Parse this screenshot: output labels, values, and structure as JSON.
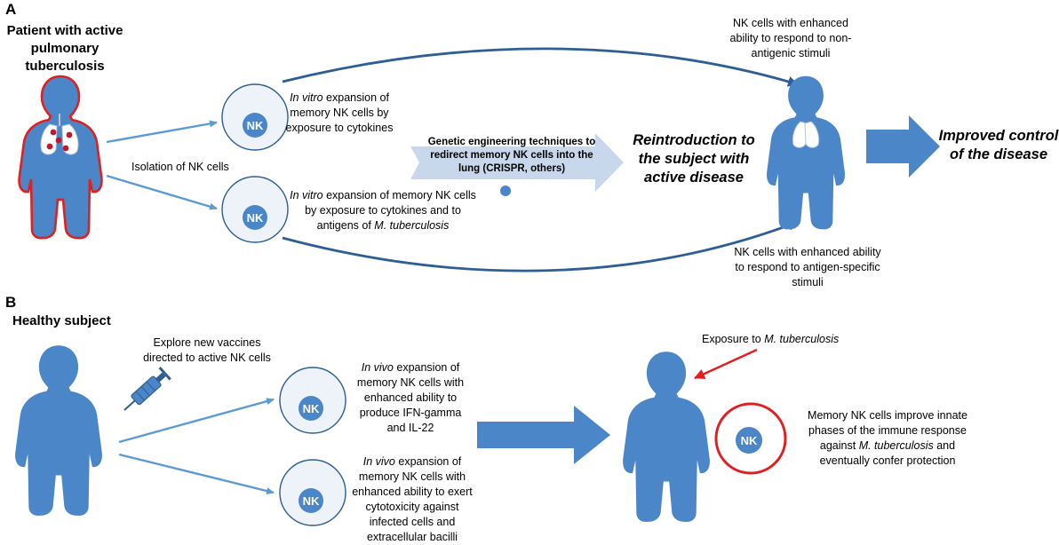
{
  "panel_a": {
    "letter": "A",
    "patient_title": "Patient with active pulmonary tuberculosis",
    "isolation_label": "Isolation of NK cells",
    "cell1": {
      "label": "NK",
      "text_italic": "In vitro",
      "text": " expansion of memory NK cells by exposure to cytokines"
    },
    "cell2": {
      "label": "NK",
      "text_italic": "In vitro",
      "text": " expansion of memory NK cells by exposure to cytokines and to antigens of ",
      "text_italic2": "M. tuberculosis"
    },
    "genetic_text": "Genetic engineering techniques to redirect memory NK cells into the lung (CRISPR, others)",
    "reintro_text": "Reintroduction to the subject with active disease",
    "top_label": "NK cells with enhanced ability to respond to non-antigenic stimuli",
    "bottom_label": "NK cells with enhanced ability to respond to antigen-specific stimuli",
    "outcome_text": "Improved control of the disease"
  },
  "panel_b": {
    "letter": "B",
    "subject_title": "Healthy subject",
    "vaccine_text": "Explore new vaccines directed to active NK cells",
    "cell3": {
      "label": "NK",
      "text_italic": "In vivo",
      "text": " expansion of memory NK cells with enhanced ability to produce IFN-gamma and IL-22"
    },
    "cell4": {
      "label": "NK",
      "text_italic": "In vivo",
      "text": " expansion of memory NK cells with enhanced ability to exert cytotoxicity against infected cells and extracellular bacilli"
    },
    "exposure_prefix": "Exposure to ",
    "exposure_italic": "M. tuberculosis",
    "cell5": {
      "label": "NK"
    },
    "protection_text_1": "Memory NK cells improve innate phases of the immune response against ",
    "protection_italic": "M. tuberculosis",
    "protection_text_2": " and eventually confer protection"
  },
  "colors": {
    "figure_fill": "#4a86c8",
    "figure_stroke": "#2a5f9c",
    "patient_outline": "#e02020",
    "nucleus": "#4a86c8",
    "cell_fill": "#eef3fa",
    "thin_arrow": "#5b9bd5",
    "curve_arrow": "#2e5e94",
    "block_arrow": "#4a86c8",
    "light_arrow": "#c9d7ec",
    "red_arrow": "#e02020"
  }
}
